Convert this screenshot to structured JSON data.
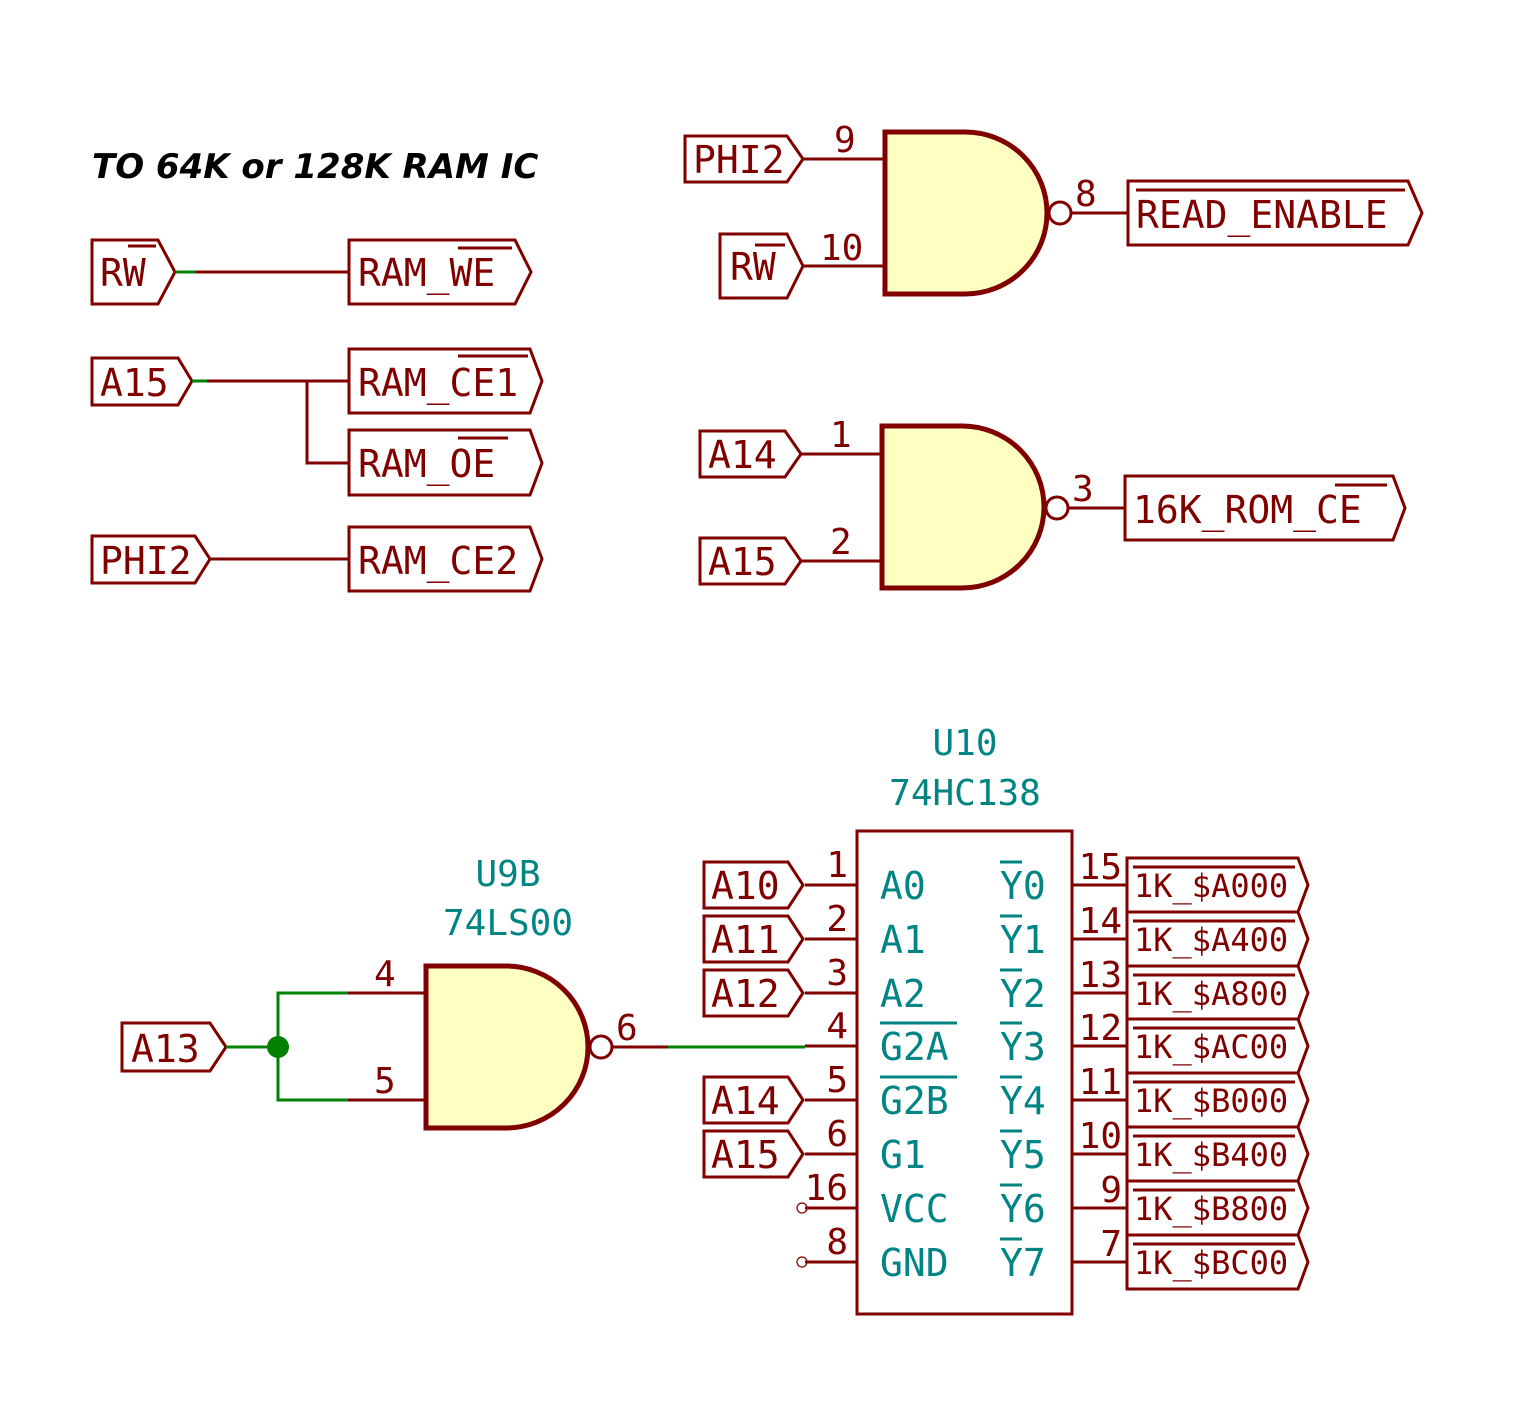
{
  "title": "TO 64K or 128K RAM IC",
  "colors": {
    "wire": "#800000",
    "net": "#008000",
    "gate_fill": "#ffffc2",
    "ref_text": "#008484",
    "junction": "#008000"
  },
  "ram_section": {
    "rows": [
      {
        "input": {
          "text": "R",
          "overbar": "W"
        },
        "output": {
          "prefix": "RAM_",
          "overbar": "WE",
          "suffix": ""
        }
      },
      {
        "input": {
          "text": "A15",
          "overbar": ""
        },
        "output": {
          "prefix": "RAM_",
          "overbar": "CE1",
          "suffix": ""
        }
      },
      {
        "input": null,
        "output": {
          "prefix": "RAM_",
          "overbar": "OE",
          "suffix": ""
        }
      },
      {
        "input": {
          "text": "PHI2",
          "overbar": ""
        },
        "output": {
          "prefix": "RAM_CE2",
          "overbar": "",
          "suffix": ""
        }
      }
    ]
  },
  "gate_read_enable": {
    "inputs": [
      {
        "label": "PHI2",
        "overbar": "",
        "pin": "9"
      },
      {
        "label": "R",
        "overbar": "W",
        "pin": "10"
      }
    ],
    "output_pin": "8",
    "output": {
      "prefix": "",
      "overbar": "READ_ENABLE"
    }
  },
  "gate_rom_ce": {
    "inputs": [
      {
        "label": "A14",
        "pin": "1"
      },
      {
        "label": "A15",
        "pin": "2"
      }
    ],
    "output_pin": "3",
    "output": {
      "prefix": "16K_ROM_",
      "overbar": "CE"
    }
  },
  "u9b": {
    "ref": "U9B",
    "value": "74LS00",
    "input_label": "A13",
    "pins": [
      "4",
      "5"
    ],
    "output_pin": "6"
  },
  "u10": {
    "ref": "U10",
    "value": "74HC138",
    "left_pins": [
      {
        "net": "A10",
        "pin": "1",
        "name": "A0",
        "inverted": false
      },
      {
        "net": "A11",
        "pin": "2",
        "name": "A1",
        "inverted": false
      },
      {
        "net": "A12",
        "pin": "3",
        "name": "A2",
        "inverted": false
      },
      {
        "net": "",
        "pin": "4",
        "name": "G2A",
        "inverted": true
      },
      {
        "net": "A14",
        "pin": "5",
        "name": "G2B",
        "inverted": true
      },
      {
        "net": "A15",
        "pin": "6",
        "name": "G1",
        "inverted": false
      },
      {
        "net": "",
        "pin": "16",
        "name": "VCC",
        "inverted": false
      },
      {
        "net": "",
        "pin": "8",
        "name": "GND",
        "inverted": false
      }
    ],
    "right_pins": [
      {
        "name": "Y0",
        "pin": "15",
        "net": "1K_$A000"
      },
      {
        "name": "Y1",
        "pin": "14",
        "net": "1K_$A400"
      },
      {
        "name": "Y2",
        "pin": "13",
        "net": "1K_$A800"
      },
      {
        "name": "Y3",
        "pin": "12",
        "net": "1K_$AC00"
      },
      {
        "name": "Y4",
        "pin": "11",
        "net": "1K_$B000"
      },
      {
        "name": "Y5",
        "pin": "10",
        "net": "1K_$B400"
      },
      {
        "name": "Y6",
        "pin": "9",
        "net": "1K_$B800"
      },
      {
        "name": "Y7",
        "pin": "7",
        "net": "1K_$BC00"
      }
    ]
  }
}
